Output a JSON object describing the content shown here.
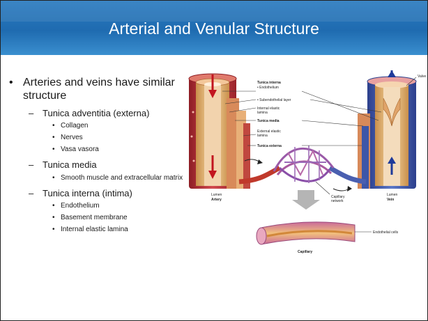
{
  "slide": {
    "title": "Arterial and Venular Structure",
    "bullets": {
      "main": "Arteries and veins have similar structure",
      "adventitia": {
        "label": "Tunica adventitia (externa)",
        "items": [
          "Collagen",
          "Nerves",
          "Vasa vasora"
        ]
      },
      "media": {
        "label": "Tunica media",
        "items": [
          "Smooth muscle and extracellular matrix"
        ]
      },
      "interna": {
        "label": "Tunica interna (intima)",
        "items": [
          "Endothelium",
          "Basement membrane",
          "Internal elastic lamina"
        ]
      }
    }
  },
  "figure": {
    "labels": {
      "tunica_interna": "Tunica interna",
      "endothelium": "• Endothelium",
      "subendothelial": "• Subendothelial layer",
      "internal_elastic_1": "Internal elastic",
      "internal_elastic_2": "lamina",
      "tunica_media": "Tunica media",
      "external_elastic_1": "External elastic",
      "external_elastic_2": "lamina",
      "tunica_externa": "Tunica externa",
      "valve": "Valve",
      "capillary_network_1": "Capillary",
      "capillary_network_2": "network",
      "endothelial_cells": "Endothelial cells",
      "capillary": "Capillary",
      "lumen_artery": "Lumen",
      "artery": "Artery",
      "lumen_vein": "Lumen",
      "vein": "Vein"
    }
  },
  "colors": {
    "title_bar": "#1f6bb0",
    "artery_outer": "#b8323a",
    "vein_outer": "#3d56a8",
    "wall_tan": "#e9c188"
  }
}
